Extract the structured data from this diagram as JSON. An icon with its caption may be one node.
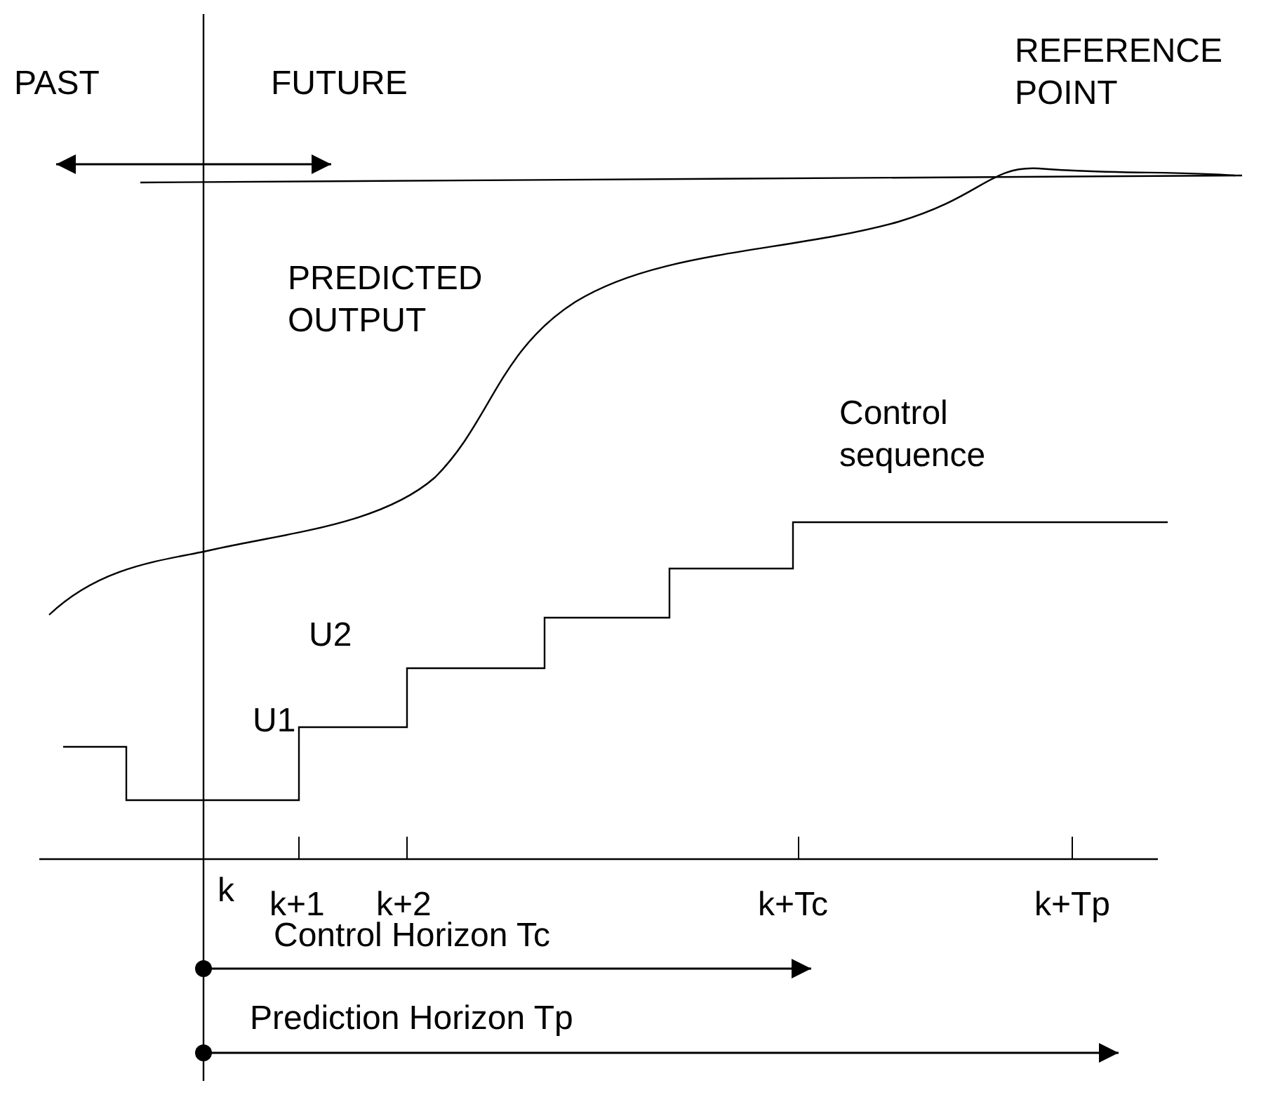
{
  "diagram": {
    "labels": [
      "PAST",
      "FUTURE",
      "REFERENCE POINT",
      "PREDICTED OUTPUT",
      "Control sequence",
      "U2",
      "U1",
      "k",
      "k+1",
      "k+2",
      "k+Tc",
      "k+Tp",
      "Control Horizon Tc",
      "Prediction Horizon Tp"
    ]
  }
}
